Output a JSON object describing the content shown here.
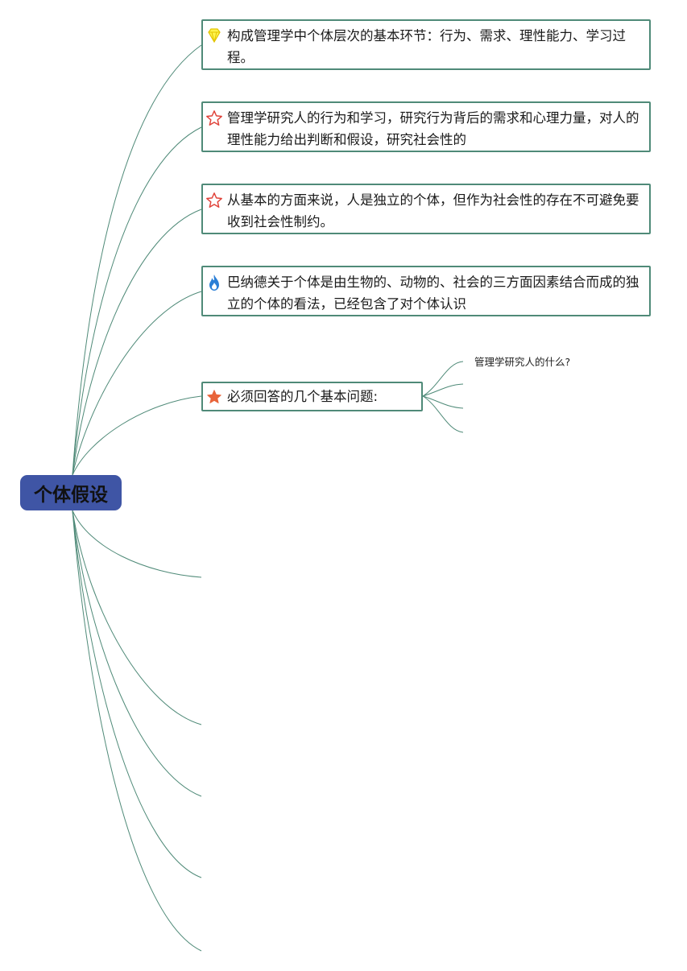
{
  "root": {
    "label": "个体假设"
  },
  "branches": [
    {
      "icon": "diamond-icon",
      "text": "构成管理学中个体层次的基本环节：行为、需求、理性能力、学习过程。"
    },
    {
      "icon": "star-outline-icon",
      "text": "管理学研究人的行为和学习，研究行为背后的需求和心理力量，对人的理性能力给出判断和假设，研究社会性的"
    },
    {
      "icon": "star-outline-icon",
      "text": "从基本的方面来说，人是独立的个体，但作为社会性的存在不可避免要收到社会性制约。"
    },
    {
      "icon": "fire-icon",
      "text": "巴纳德关于个体是由生物的、动物的、社会的三方面因素结合而成的独立的个体的看法，已经包含了对个体认识"
    },
    {
      "icon": "star-filled-icon",
      "text": "必须回答的几个基本问题:"
    }
  ],
  "sub_branches": [
    {
      "text": "管理学研究人的什么?"
    }
  ],
  "colors": {
    "root_fill": "#3f55a5",
    "border": "#4f8a78",
    "connector": "#4f8a78"
  }
}
